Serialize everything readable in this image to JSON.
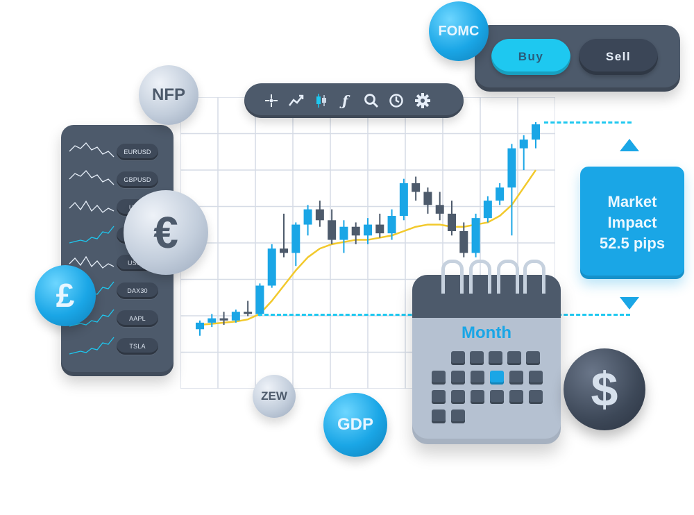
{
  "watchlist": {
    "items": [
      {
        "label": "EURUSD",
        "trend": "down"
      },
      {
        "label": "GBPUSD",
        "trend": "down"
      },
      {
        "label": "USDJ",
        "trend": "flat"
      },
      {
        "label": "",
        "trend": "up"
      },
      {
        "label": "USOIL",
        "trend": "flat"
      },
      {
        "label": "DAX30",
        "trend": "up"
      },
      {
        "label": "AAPL",
        "trend": "up"
      },
      {
        "label": "TSLA",
        "trend": "up"
      }
    ]
  },
  "toolbar": {
    "tools": [
      "crosshair-icon",
      "trend-line-icon",
      "candles-icon",
      "function-icon",
      "search-icon",
      "clock-icon",
      "gear-icon"
    ]
  },
  "trade": {
    "buy_label": "Buy",
    "sell_label": "Sell"
  },
  "impact": {
    "line1": "Market",
    "line2": "Impact",
    "line3": "52.5 pips"
  },
  "calendar": {
    "title": "Month",
    "highlight_day_index": 3
  },
  "bubbles": {
    "fomc": "FOMC",
    "nfp": "NFP",
    "zew": "ZEW",
    "gdp": "GDP",
    "euro": "€",
    "pound": "£",
    "dollar": "$"
  },
  "colors": {
    "accent": "#1aa6e6",
    "cyan": "#1ec8f0",
    "panel": "#4d5a6b",
    "ma_line": "#f2c92c"
  },
  "chart_data": {
    "type": "candlestick",
    "candles": [
      {
        "o": 5,
        "h": 9,
        "l": 2,
        "c": 8
      },
      {
        "o": 8,
        "h": 12,
        "l": 6,
        "c": 10
      },
      {
        "o": 10,
        "h": 13,
        "l": 7,
        "c": 9
      },
      {
        "o": 9,
        "h": 14,
        "l": 8,
        "c": 13
      },
      {
        "o": 13,
        "h": 18,
        "l": 11,
        "c": 12
      },
      {
        "o": 12,
        "h": 26,
        "l": 11,
        "c": 25
      },
      {
        "o": 25,
        "h": 44,
        "l": 24,
        "c": 42
      },
      {
        "o": 42,
        "h": 58,
        "l": 38,
        "c": 40
      },
      {
        "o": 40,
        "h": 54,
        "l": 34,
        "c": 53
      },
      {
        "o": 53,
        "h": 62,
        "l": 48,
        "c": 60
      },
      {
        "o": 60,
        "h": 64,
        "l": 52,
        "c": 55
      },
      {
        "o": 55,
        "h": 60,
        "l": 44,
        "c": 46
      },
      {
        "o": 46,
        "h": 55,
        "l": 40,
        "c": 52
      },
      {
        "o": 52,
        "h": 54,
        "l": 44,
        "c": 48
      },
      {
        "o": 48,
        "h": 56,
        "l": 44,
        "c": 53
      },
      {
        "o": 53,
        "h": 58,
        "l": 47,
        "c": 49
      },
      {
        "o": 49,
        "h": 60,
        "l": 46,
        "c": 57
      },
      {
        "o": 57,
        "h": 74,
        "l": 55,
        "c": 72
      },
      {
        "o": 72,
        "h": 75,
        "l": 64,
        "c": 68
      },
      {
        "o": 68,
        "h": 70,
        "l": 58,
        "c": 62
      },
      {
        "o": 62,
        "h": 68,
        "l": 55,
        "c": 58
      },
      {
        "o": 58,
        "h": 64,
        "l": 48,
        "c": 50
      },
      {
        "o": 50,
        "h": 54,
        "l": 38,
        "c": 40
      },
      {
        "o": 40,
        "h": 58,
        "l": 38,
        "c": 56
      },
      {
        "o": 56,
        "h": 66,
        "l": 54,
        "c": 64
      },
      {
        "o": 64,
        "h": 72,
        "l": 62,
        "c": 70
      },
      {
        "o": 70,
        "h": 90,
        "l": 48,
        "c": 88
      },
      {
        "o": 88,
        "h": 94,
        "l": 78,
        "c": 92
      },
      {
        "o": 92,
        "h": 100,
        "l": 88,
        "c": 99
      }
    ],
    "ma": [
      7,
      7.5,
      8,
      8.5,
      9.5,
      12,
      18,
      25,
      32,
      38,
      42,
      44,
      45,
      46,
      46,
      47,
      48,
      50,
      52,
      53,
      53,
      52,
      52,
      53,
      54,
      57,
      62,
      70,
      78
    ],
    "ylim": [
      0,
      100
    ],
    "grid": true
  }
}
